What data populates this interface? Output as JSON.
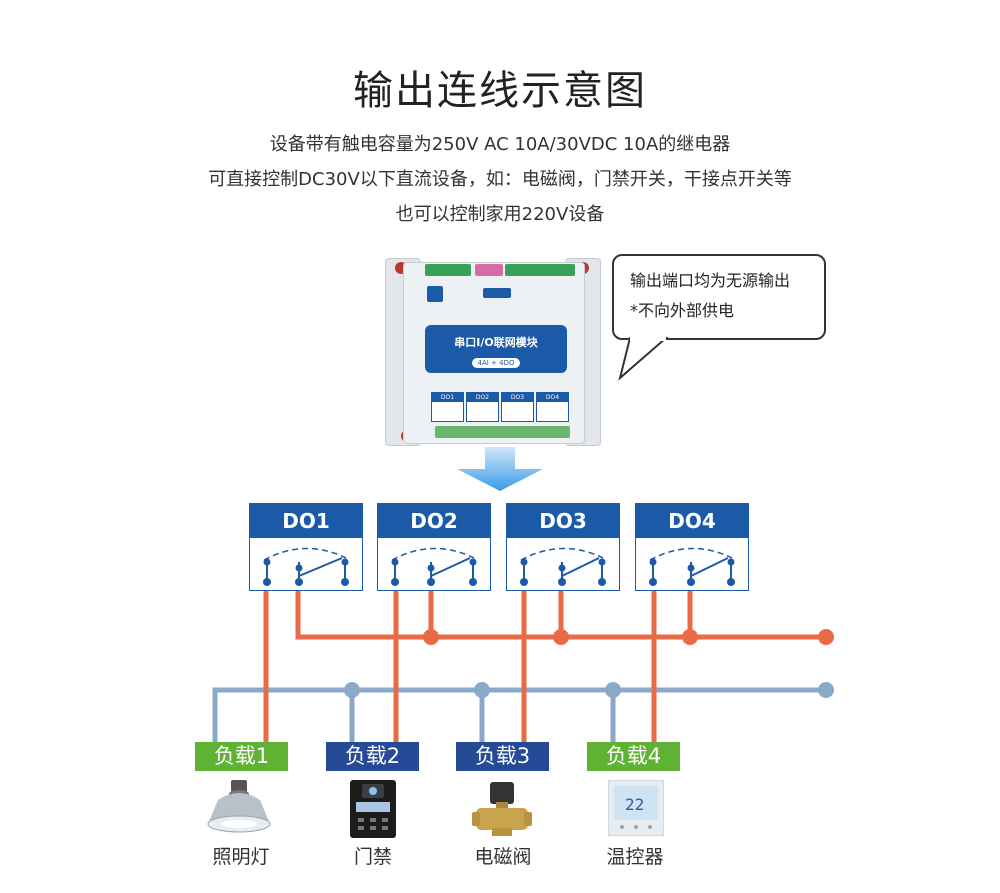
{
  "title": "输出连线示意图",
  "desc": {
    "line1": "设备带有触电容量为250V AC 10A/30VDC 10A的继电器",
    "line2": "可直接控制DC30V以下直流设备，如：电磁阀，门禁开关，干接点开关等",
    "line3": "也可以控制家用220V设备"
  },
  "bubble": {
    "line1": "输出端口均为无源输出",
    "line2": "*不向外部供电"
  },
  "device": {
    "panel_title": "串口I/O联网模块",
    "panel_sub": "4AI + 4DO",
    "do_labels": [
      "DO1",
      "DO2",
      "DO3",
      "DO4"
    ]
  },
  "outputs": [
    "DO1",
    "DO2",
    "DO3",
    "DO4"
  ],
  "loads": [
    "负载1",
    "负载2",
    "负载3",
    "负载4"
  ],
  "captions": [
    "照明灯",
    "门禁",
    "电磁阀",
    "温控器"
  ],
  "colors": {
    "brand_blue": "#1b5aa6",
    "wire_orange": "#ea6a47",
    "wire_blue": "#8aa8c8",
    "load_green": "#5fb233",
    "load_navy": "#274a96"
  }
}
